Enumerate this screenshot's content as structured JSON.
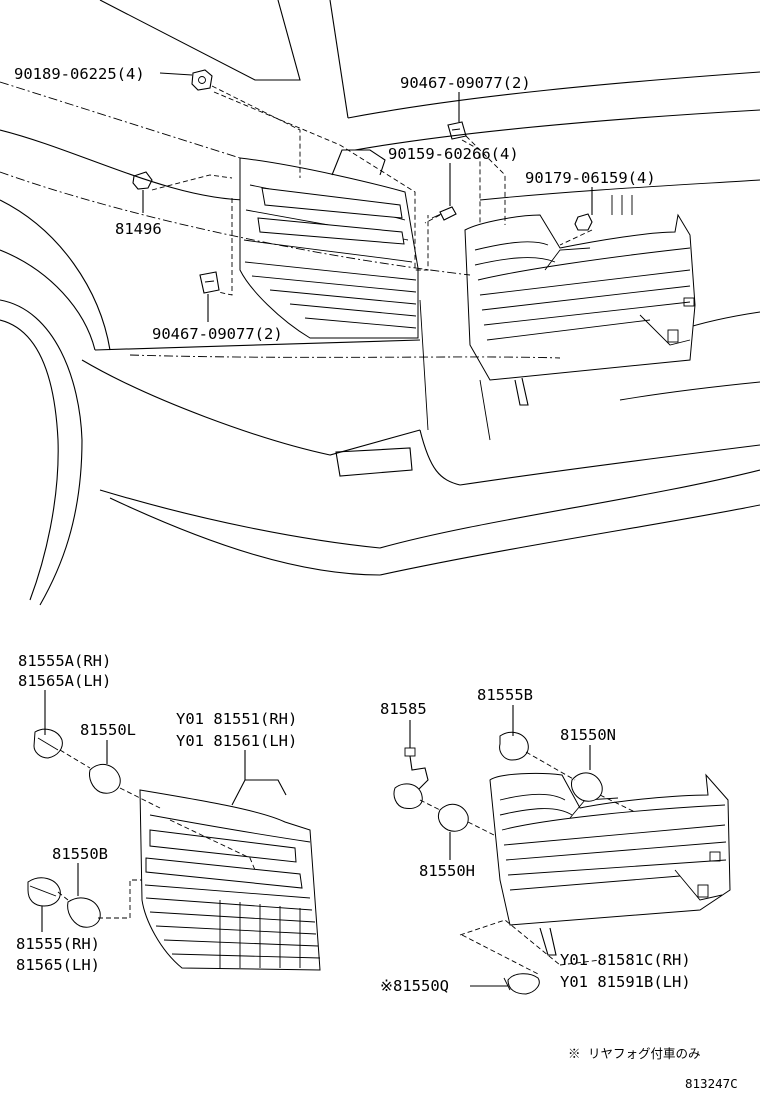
{
  "labels": {
    "p90189": "90189-06225(4)",
    "p90467_top": "90467-09077(2)",
    "p90159": "90159-60266(4)",
    "p90179": "90179-06159(4)",
    "p81496": "81496",
    "p90467_bot": "90467-09077(2)",
    "p81555A": "81555A(RH)",
    "p81565A": "81565A(LH)",
    "p81550L": "81550L",
    "y81551": "Y01 81551(RH)",
    "y81561": "Y01 81561(LH)",
    "p81550B": "81550B",
    "p81555": "81555(RH)",
    "p81565": "81565(LH)",
    "p81585": "81585",
    "p81555B": "81555B",
    "p81550N": "81550N",
    "p81550H": "81550H",
    "y81581C": "Y01 81581C(RH)",
    "y81591B": "Y01 81591B(LH)",
    "p81550Q": "※81550Q"
  },
  "footnote": "※ リヤフォグ付車のみ",
  "figure_id": "813247C"
}
